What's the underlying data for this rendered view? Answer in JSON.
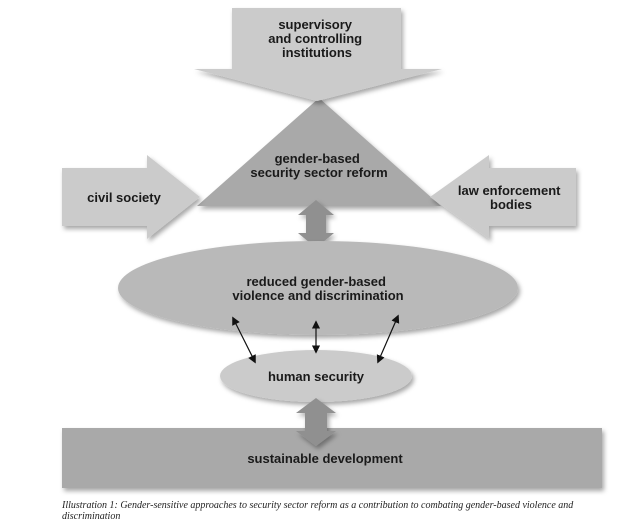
{
  "diagram": {
    "nodes": {
      "supervisory": {
        "lines": [
          "supervisory",
          "and controlling",
          "institutions"
        ]
      },
      "ssr": {
        "lines": [
          "gender-based",
          "security sector reform"
        ]
      },
      "civil_society": {
        "lines": [
          "civil society"
        ]
      },
      "law_enforcement": {
        "lines": [
          "law enforcement",
          "bodies"
        ]
      },
      "reduced_violence": {
        "lines": [
          "reduced gender-based",
          "violence and discrimination"
        ]
      },
      "human_security": {
        "lines": [
          "human security"
        ]
      },
      "sustainable_development": {
        "lines": [
          "sustainable development"
        ]
      }
    },
    "edges": [
      {
        "from": "supervisory",
        "to": "ssr",
        "kind": "block-arrow"
      },
      {
        "from": "civil_society",
        "to": "ssr",
        "kind": "block-arrow"
      },
      {
        "from": "law_enforcement",
        "to": "ssr",
        "kind": "block-arrow"
      },
      {
        "from": "ssr",
        "to": "reduced_violence",
        "kind": "double-block-arrow"
      },
      {
        "from": "reduced_violence",
        "to": "human_security",
        "kind": "double-line-arrow"
      },
      {
        "from": "human_security",
        "to": "sustainable_development",
        "kind": "double-block-arrow"
      }
    ],
    "caption": "Illustration 1: Gender-sensitive approaches to security sector reform as a contribution to combating gender-based violence and discrimination",
    "colors": {
      "light_fill": "#cbcbcb",
      "mid_fill": "#b9b9b9",
      "dark_fill": "#a9a9a9",
      "arrow_dark": "#909090",
      "text": "#1a1a1a"
    }
  }
}
